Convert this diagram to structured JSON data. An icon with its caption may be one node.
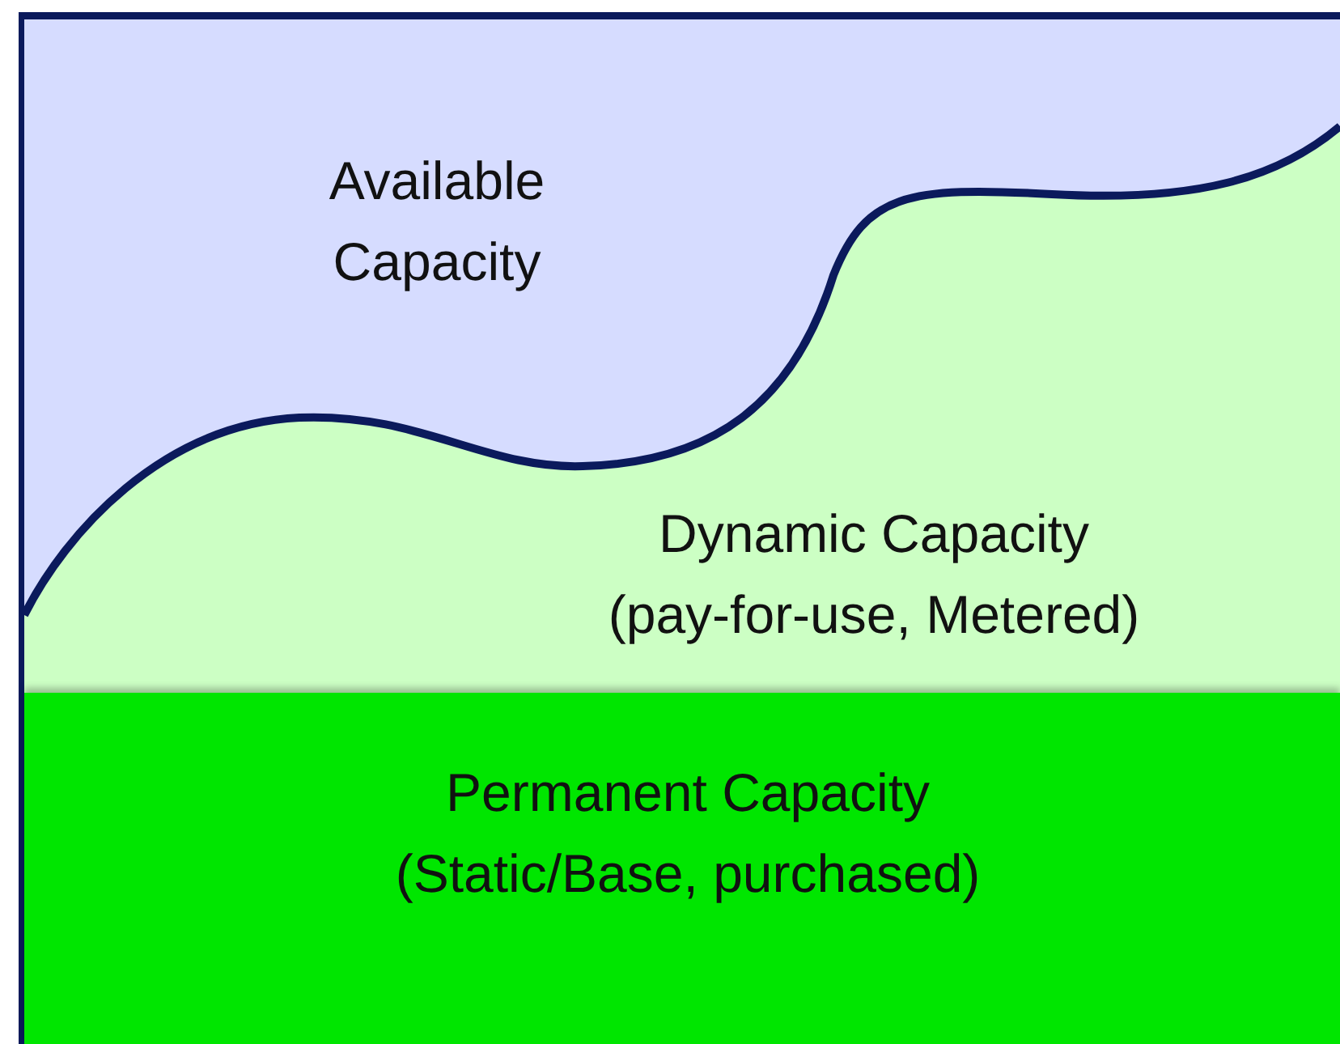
{
  "diagram": {
    "nodes": [
      {
        "text": [
          "Available Capacity"
        ]
      },
      {
        "text": [
          "Dynamic Capacity",
          "(pay-for-use, Metered)"
        ],
        "in": 0
      },
      {
        "text": [
          "Permanent Capacity",
          "(Static/Base, purchased)"
        ]
      }
    ]
  }
}
